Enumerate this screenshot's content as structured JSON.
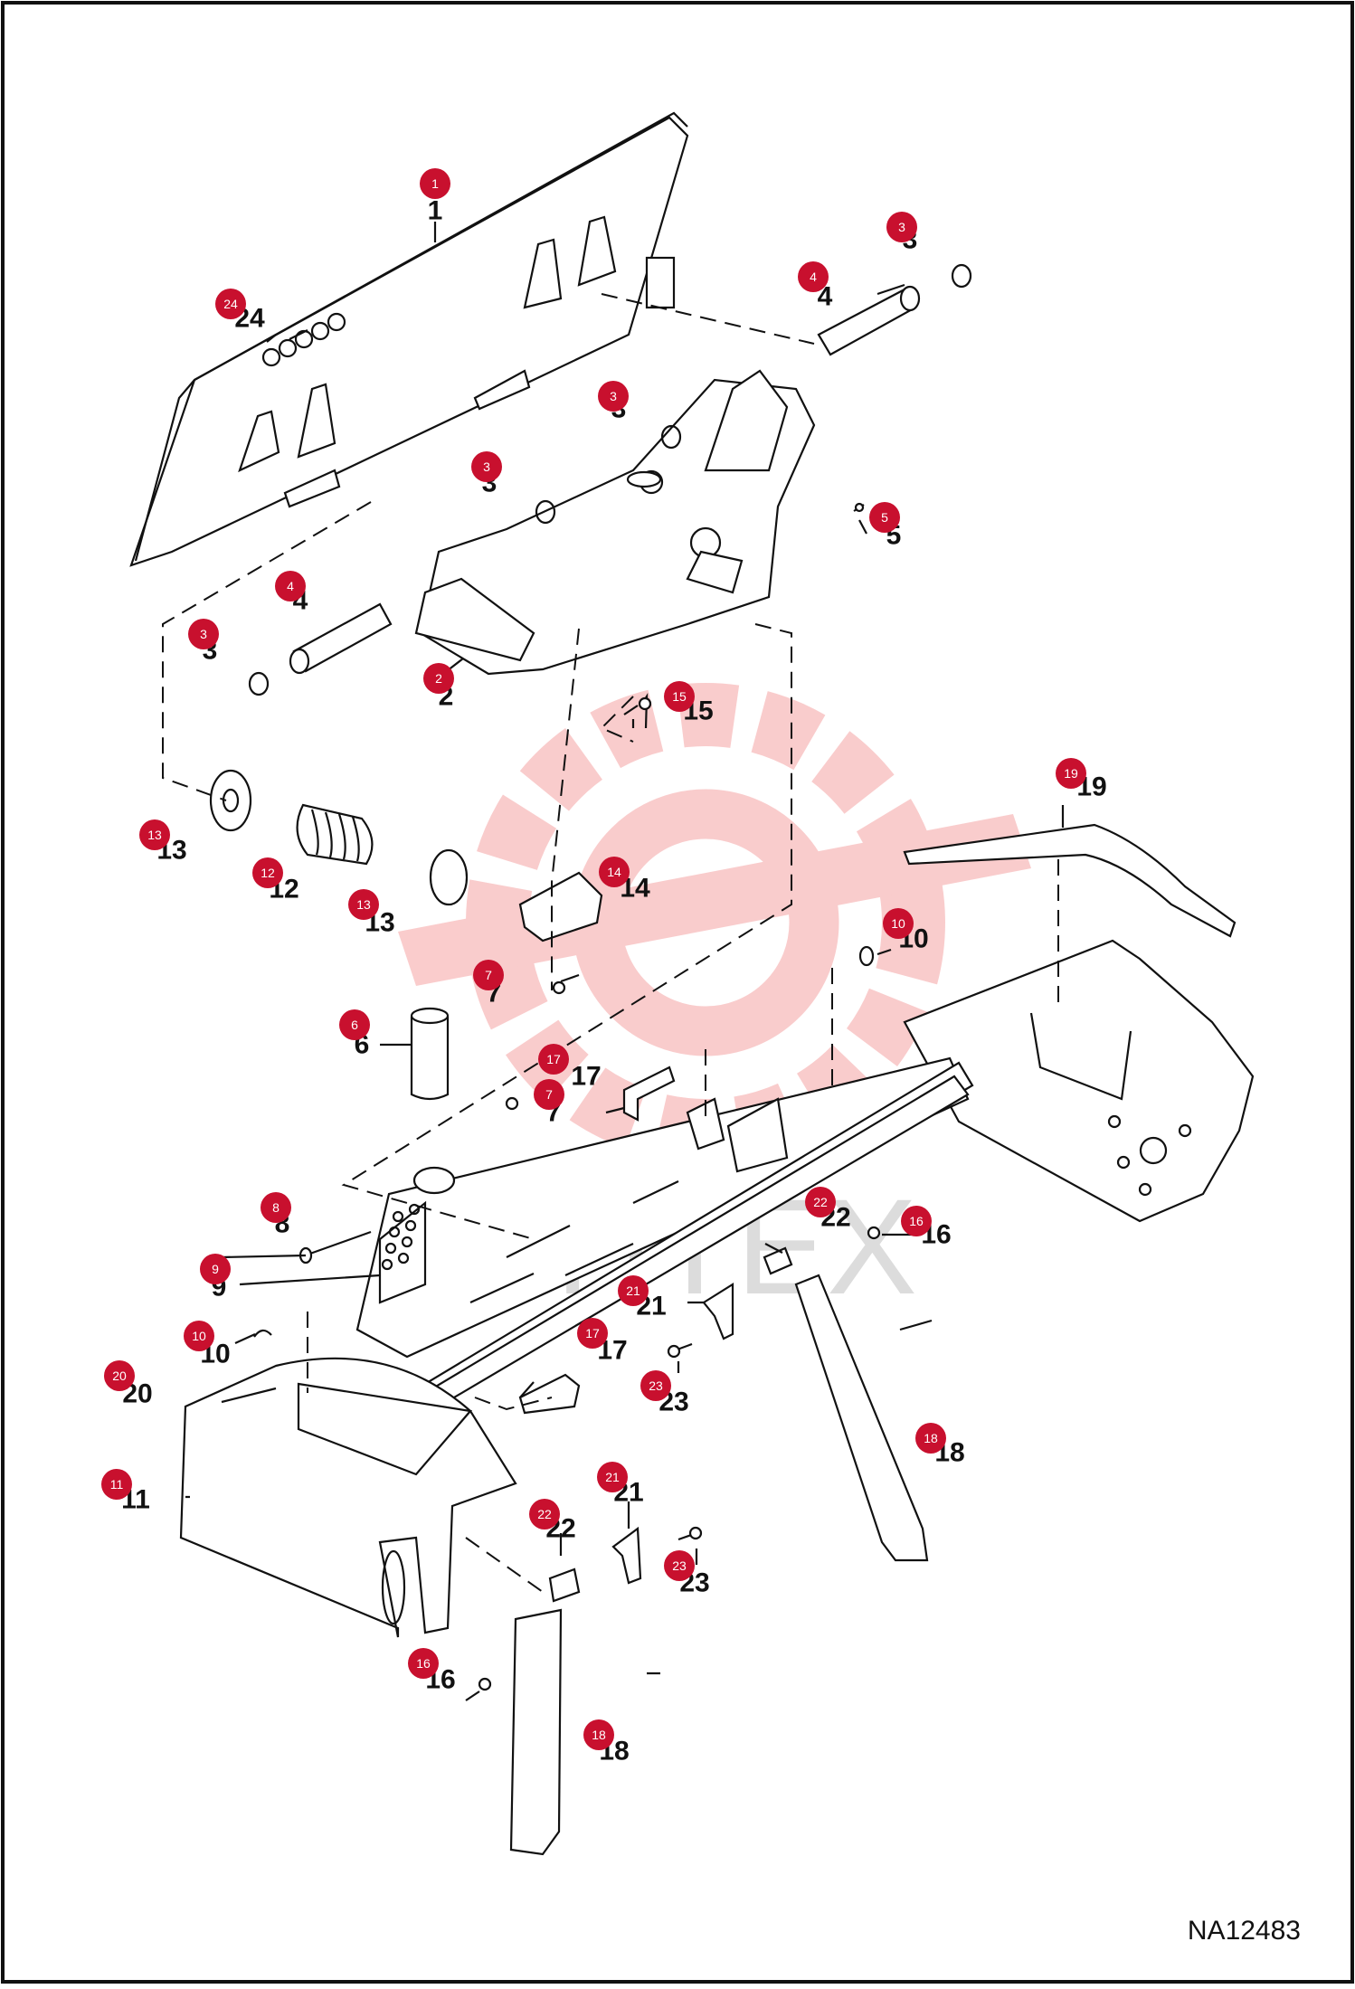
{
  "drawing_id": "NA12483",
  "watermark": {
    "text": "ИНТЕХ",
    "color": "#f5a3a3"
  },
  "callout_color": "#c8102e",
  "callouts": [
    {
      "n": "1",
      "label": "1"
    },
    {
      "n": "2",
      "label": "2"
    },
    {
      "n": "3",
      "label": "3"
    },
    {
      "n": "3",
      "label": "3"
    },
    {
      "n": "3",
      "label": "3"
    },
    {
      "n": "3",
      "label": "3"
    },
    {
      "n": "4",
      "label": "4"
    },
    {
      "n": "4",
      "label": "4"
    },
    {
      "n": "5",
      "label": "5"
    },
    {
      "n": "6",
      "label": "6"
    },
    {
      "n": "7",
      "label": "7"
    },
    {
      "n": "7",
      "label": "7"
    },
    {
      "n": "8",
      "label": "8"
    },
    {
      "n": "9",
      "label": "9"
    },
    {
      "n": "10",
      "label": "10"
    },
    {
      "n": "10",
      "label": "10"
    },
    {
      "n": "11",
      "label": "11"
    },
    {
      "n": "12",
      "label": "12"
    },
    {
      "n": "13",
      "label": "13"
    },
    {
      "n": "13",
      "label": "13"
    },
    {
      "n": "14",
      "label": "14"
    },
    {
      "n": "15",
      "label": "15"
    },
    {
      "n": "16",
      "label": "16"
    },
    {
      "n": "16",
      "label": "16"
    },
    {
      "n": "17",
      "label": "17"
    },
    {
      "n": "17",
      "label": "17"
    },
    {
      "n": "18",
      "label": "18"
    },
    {
      "n": "18",
      "label": "18"
    },
    {
      "n": "19",
      "label": "19"
    },
    {
      "n": "20",
      "label": "20"
    },
    {
      "n": "21",
      "label": "21"
    },
    {
      "n": "21",
      "label": "21"
    },
    {
      "n": "22",
      "label": "22"
    },
    {
      "n": "22",
      "label": "22"
    },
    {
      "n": "23",
      "label": "23"
    },
    {
      "n": "23",
      "label": "23"
    },
    {
      "n": "24",
      "label": "24"
    }
  ]
}
